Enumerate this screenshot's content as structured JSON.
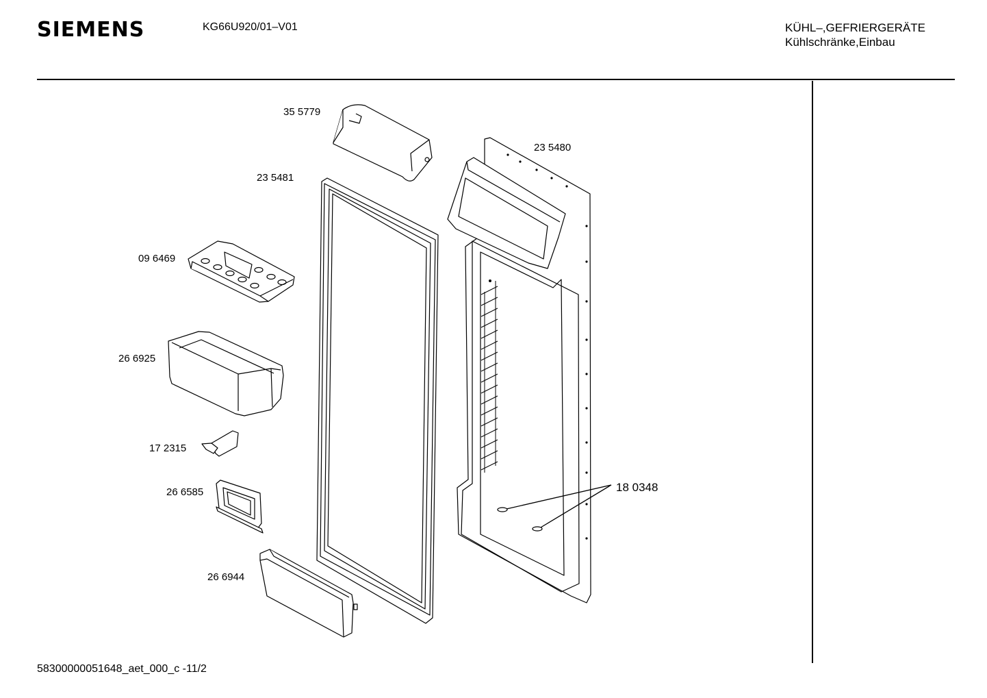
{
  "header": {
    "brand": "SIEMENS",
    "model": "KG66U920/01–V01",
    "category_line1": "KÜHL–,GEFRIERGERÄTE",
    "category_line2": "Kühlschränke,Einbau"
  },
  "parts": [
    {
      "id": "door-shelf-cover",
      "number": "35 5779"
    },
    {
      "id": "door-inner-panel",
      "number": "23 5480"
    },
    {
      "id": "door-gasket",
      "number": "23 5481"
    },
    {
      "id": "egg-tray",
      "number": "09 6469"
    },
    {
      "id": "door-bin-large",
      "number": "26 6925"
    },
    {
      "id": "bottle-retainer",
      "number": "17 2315"
    },
    {
      "id": "door-bin-small",
      "number": "26 6585"
    },
    {
      "id": "bottle-shelf",
      "number": "26 6944"
    },
    {
      "id": "panel-plugs",
      "number": "18 0348"
    }
  ],
  "footer": {
    "doc_code": "58300000051648_aet_000_c  -11/2"
  }
}
